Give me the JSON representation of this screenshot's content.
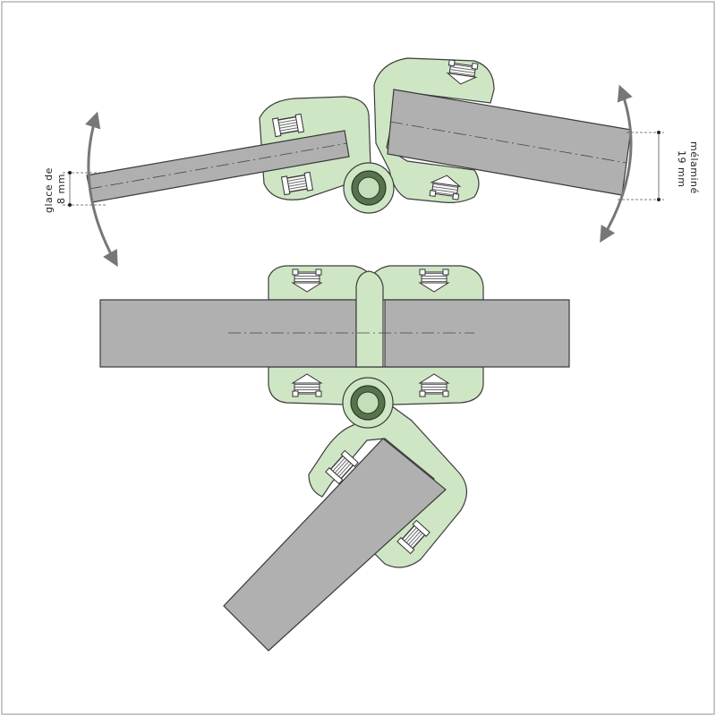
{
  "labels": {
    "glass_line1": "glace de",
    "glass_line2": "8 mm",
    "melamine_line1": "19 mm",
    "melamine_line2": "mélaminé"
  },
  "colors": {
    "frame": "#b5b5b5",
    "bracket_fill": "#cfe6c4",
    "bracket_stroke": "#3d3d3d",
    "panel_fill": "#b0b0b0",
    "panel_stroke": "#3a3a3a",
    "arrow": "#777777",
    "pivot_outer": "#c6ddb9",
    "pivot_inner": "#56734e"
  }
}
